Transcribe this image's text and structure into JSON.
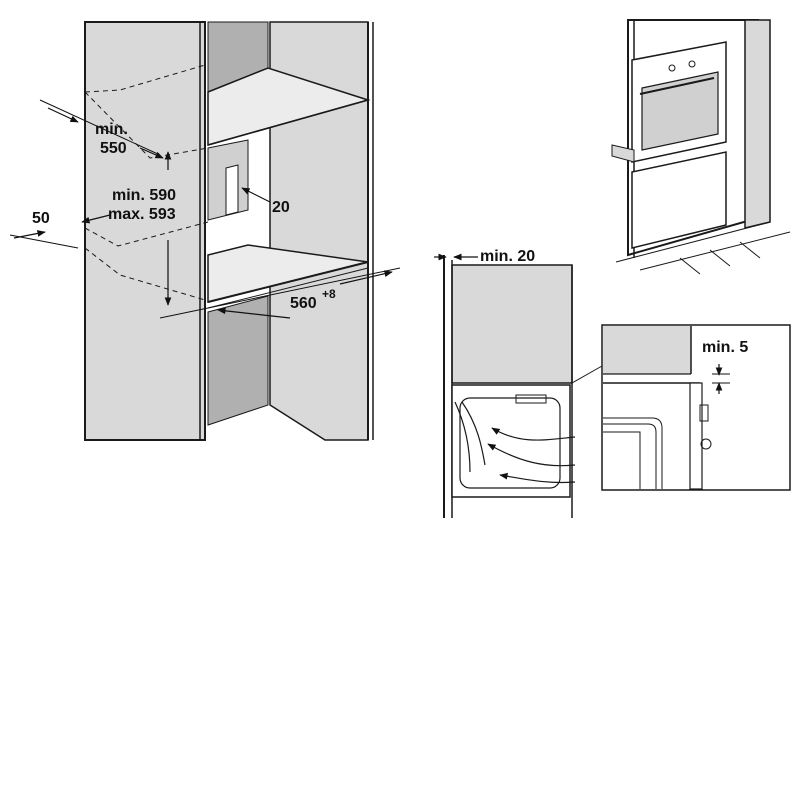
{
  "figure": {
    "cabinet_dimensions": {
      "depth_label": "min.",
      "depth_value": "550",
      "height_label_min": "min. 590",
      "height_label_max": "max. 593",
      "side_offset": "50",
      "vent_gap": "20",
      "width_value": "560",
      "width_tolerance": "+8"
    },
    "section_view": {
      "top_clearance": "min. 20"
    },
    "detail_view": {
      "gap_clearance": "min. 5"
    }
  },
  "colors": {
    "panel": "#d9d9d9",
    "panel_dark": "#b0b0b0",
    "line": "#1a1a1a",
    "background": "#ffffff"
  }
}
